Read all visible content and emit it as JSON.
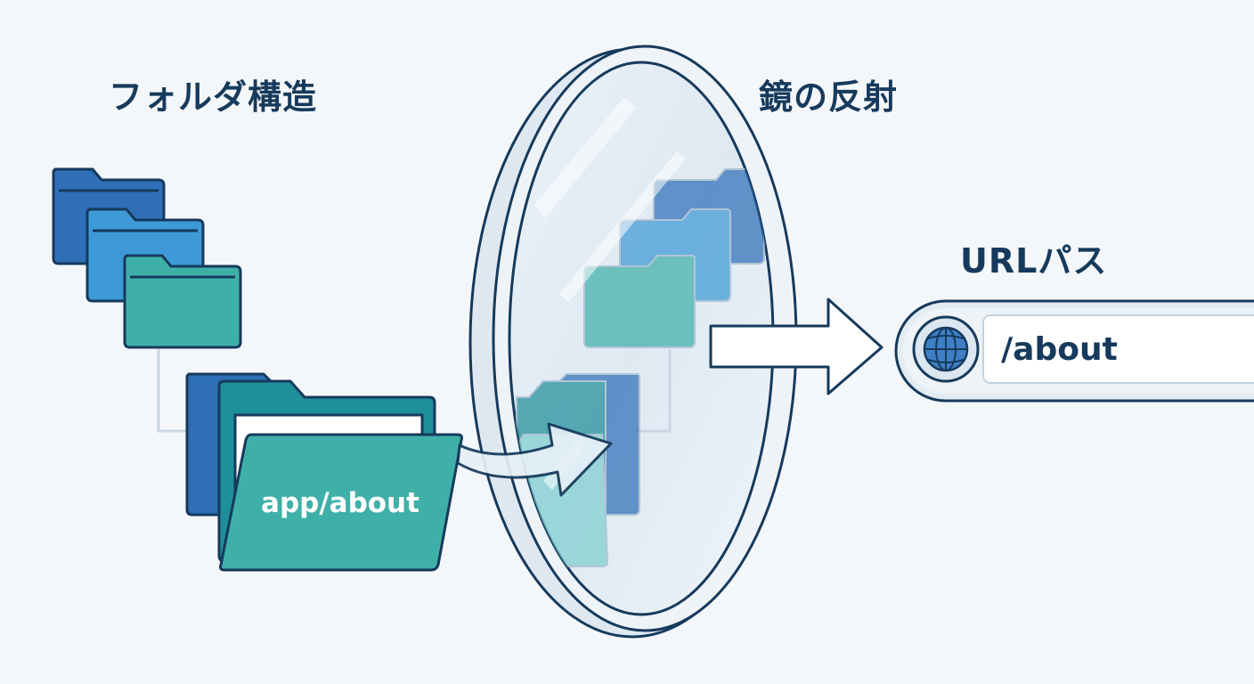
{
  "headings": {
    "folder_structure": "フォルダ構造",
    "mirror_reflection": "鏡の反射",
    "url_path": "URLパス"
  },
  "folder": {
    "active_label": "app/about"
  },
  "url_bar": {
    "path": "/about",
    "icon": "globe-icon"
  },
  "colors": {
    "navy": "#163a5c",
    "blue": "#2f6fb8",
    "sky": "#3e9ad6",
    "teal": "#3fb0a8",
    "background": "#f4f7fa"
  }
}
